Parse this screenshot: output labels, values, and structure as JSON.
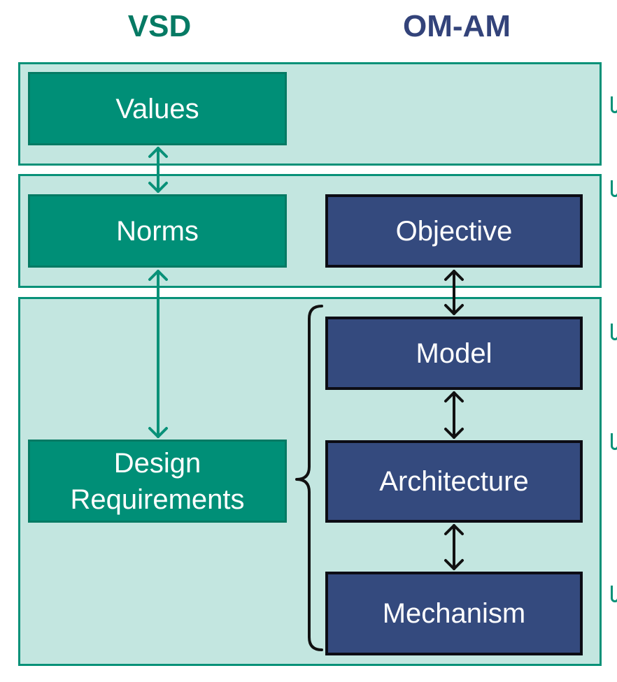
{
  "headers": {
    "vsd": "VSD",
    "omam": "OM-AM"
  },
  "vsd": {
    "values": "Values",
    "norms": "Norms",
    "design_requirements": [
      "Design",
      "Requirements"
    ]
  },
  "omam": {
    "objective": "Objective",
    "model": "Model",
    "architecture": "Architecture",
    "mechanism": "Mechanism"
  },
  "colors": {
    "vsd_header": "#067a64",
    "omam_header": "#33437a",
    "band_fill": "#c3e6e0",
    "band_border": "#089178",
    "vsd_box": "#008f77",
    "omam_box": "#344a7e",
    "connector_vsd": "#089178",
    "connector_omam": "#111111"
  },
  "icons": {
    "bidirectional_arrow": "double-headed-arrow",
    "brace": "left-curly-brace"
  }
}
